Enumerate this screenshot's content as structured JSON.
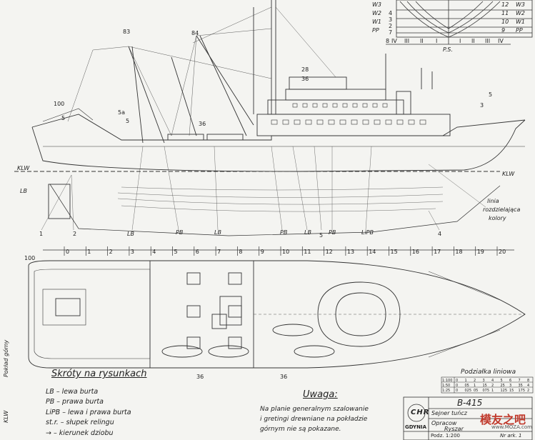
{
  "sheet": {
    "ship_code": "B-415",
    "subtitle": "Sejner tuńcz",
    "author_label": "Opracow",
    "author_name": "Ryszar",
    "brand_letters": "CHR",
    "city": "GDYNIA",
    "scale_label": "Podz. 1:200",
    "sheet_label": "Nr ark. 1",
    "watermark": "模友之吧",
    "watermark_url": "www.MOZA.com"
  },
  "section_rows": [
    "W3",
    "W2",
    "W1",
    "PP",
    "8",
    "IV",
    "III",
    "II",
    "I",
    "P.S.",
    "I",
    "II",
    "III",
    "IV"
  ],
  "section_right": [
    "12",
    "W3",
    "11",
    "W2",
    "10",
    "W1",
    "9",
    "PP"
  ],
  "section_left_nums": [
    "4",
    "3",
    "2",
    "7"
  ],
  "profile_labels": {
    "mast_top": "83",
    "mast_mid": "84",
    "n28": "28",
    "n36a": "36",
    "n36b": "36",
    "n100": "100",
    "n5a": "5",
    "n5b": "5",
    "n5a_sub": "5a",
    "n5c": "5",
    "n3": "3",
    "klw_left": "KLW",
    "klw_right": "KLW",
    "lb_left": "LB",
    "n1": "1",
    "n2": "2",
    "lb": "LB",
    "pb1": "PB",
    "lb2": "LB",
    "pb2": "PB",
    "lb3": "LB",
    "n5d": "5",
    "pb3": "PB",
    "lipb": "LiPB",
    "n4": "4",
    "linia1": "linia",
    "linia2": "rozdzielająca",
    "linia3": "kolory"
  },
  "frame_numbers": [
    "0",
    "1",
    "2",
    "3",
    "4",
    "5",
    "6",
    "7",
    "8",
    "9",
    "10",
    "11",
    "12",
    "13",
    "14",
    "15",
    "16",
    "17",
    "18",
    "19",
    "20"
  ],
  "plan_labels": {
    "n100": "100",
    "n36a": "36",
    "n36b": "36"
  },
  "side_labels": {
    "deck": "Pokład górny",
    "klw": "KLW"
  },
  "abbreviations": {
    "title": "Skróty na rysunkach",
    "items": [
      "LB – lewa burta",
      "PB – prawa burta",
      "LiPB – lewa i prawa burta",
      "st.r. – słupek relingu",
      "→ – kierunek dziobu"
    ]
  },
  "notice": {
    "title": "Uwaga:",
    "lines": [
      "Na planie generalnym szalowanie",
      "i gretingi drewniane na pokładzie",
      "górnym nie są pokazane."
    ]
  },
  "scale_table": {
    "title": "Podziałka liniowa",
    "rows": [
      {
        "scale": "1:100",
        "vals": [
          "0",
          "1",
          "2",
          "3",
          "4",
          "5",
          "6",
          "7",
          "8"
        ]
      },
      {
        "scale": "1:50",
        "vals": [
          "0",
          "05",
          "1",
          "15",
          "2",
          "25",
          "3",
          "35",
          "4"
        ]
      },
      {
        "scale": "1:25",
        "vals": [
          "0",
          "025",
          "05",
          "075",
          "1",
          "125",
          "15",
          "175",
          "2"
        ]
      }
    ]
  }
}
